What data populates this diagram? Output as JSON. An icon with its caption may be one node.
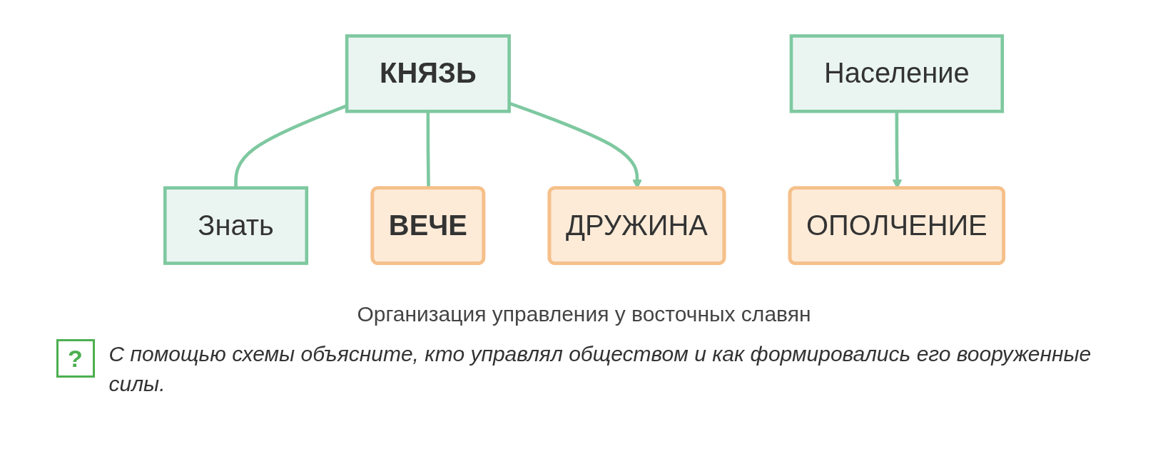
{
  "diagram": {
    "caption": "Организация управления у восточных славян",
    "nodes": [
      {
        "text": [
          "КНЯЗЬ"
        ]
      },
      {
        "text": [
          "Знать"
        ]
      },
      {
        "text": [
          "Население"
        ]
      },
      {
        "text": [
          "ВЕЧЕ"
        ]
      },
      {
        "text": [
          "ДРУЖИНА"
        ]
      },
      {
        "text": [
          "ОПОЛЧЕНИЕ"
        ]
      }
    ],
    "edges": [
      {
        "from": 0,
        "to": 1,
        "arrow": "none"
      },
      {
        "from": 0,
        "to": 3,
        "arrow": "none"
      },
      {
        "from": 0,
        "to": 4,
        "arrow": "to"
      },
      {
        "from": 2,
        "to": 5,
        "arrow": "to"
      }
    ],
    "labels": [
      "?",
      "С помощью схемы объясните, кто управлял обществом и как формировались его вооруженные силы."
    ]
  }
}
